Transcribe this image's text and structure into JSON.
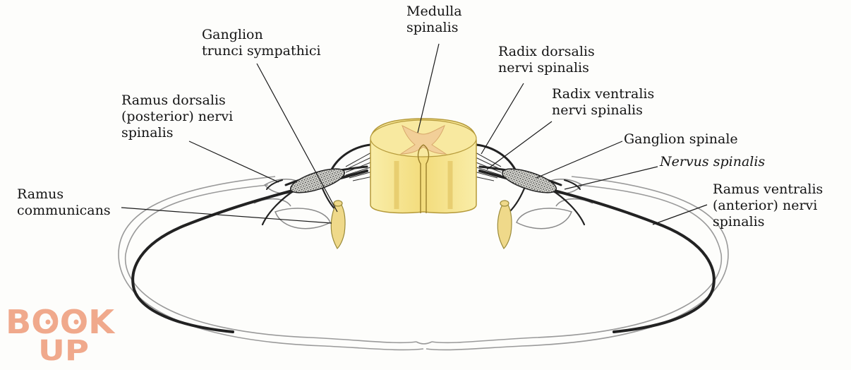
{
  "labels": {
    "medulla": [
      "Medulla",
      "spinalis"
    ],
    "ganglion_trunci": [
      "Ganglion",
      "trunci sympathici"
    ],
    "radix_dorsalis": [
      "Radix dorsalis",
      "nervi spinalis"
    ],
    "ramus_dorsalis": [
      "Ramus dorsalis",
      "(posterior) nervi",
      "spinalis"
    ],
    "radix_ventralis": [
      "Radix ventralis",
      "nervi spinalis"
    ],
    "ganglion_spinale": [
      "Ganglion spinale"
    ],
    "nervus_spinalis": [
      "Nervus spinalis"
    ],
    "ramus_communicans": [
      "Ramus",
      "communicans"
    ],
    "ramus_ventralis": [
      "Ramus ventralis",
      "(anterior) nervi",
      "spinalis"
    ]
  },
  "watermark": {
    "line1": "BOOK",
    "line2": "UP"
  },
  "colors": {
    "spinal_cord": "#f6e08a",
    "grey_matter": "#f3d8a6",
    "sympathetic_ganglion": "#efd98a",
    "nerve": "#222222",
    "outline": "#9a9a9a",
    "watermark": "#f0a98c"
  }
}
